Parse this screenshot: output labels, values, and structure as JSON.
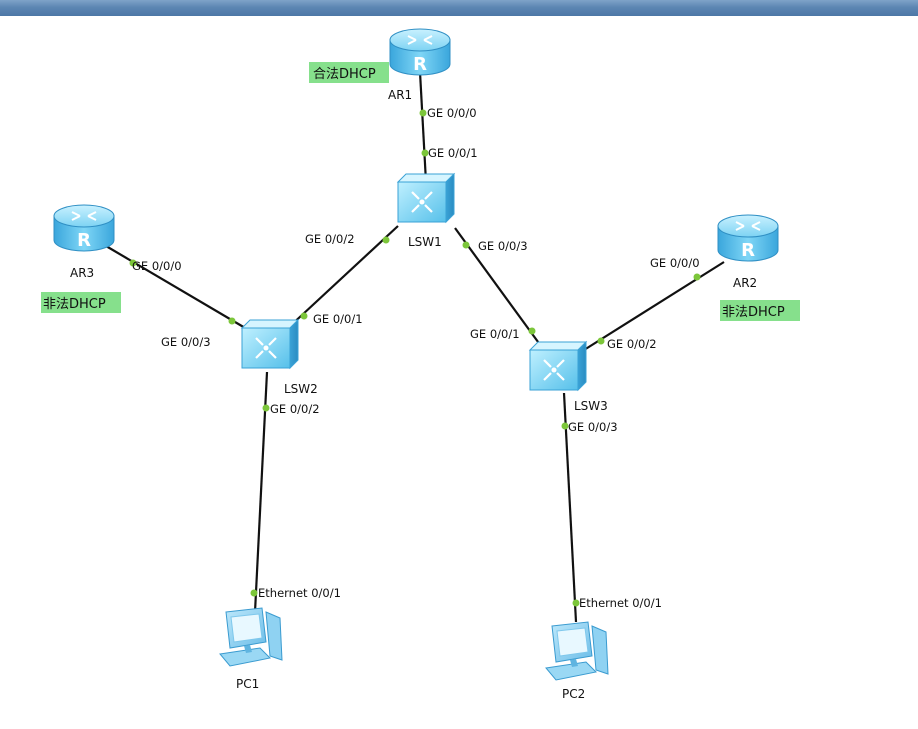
{
  "nodes": {
    "ar1": {
      "label": "AR1",
      "type": "router"
    },
    "ar2": {
      "label": "AR2",
      "type": "router"
    },
    "ar3": {
      "label": "AR3",
      "type": "router"
    },
    "lsw1": {
      "label": "LSW1",
      "type": "switch"
    },
    "lsw2": {
      "label": "LSW2",
      "type": "switch"
    },
    "lsw3": {
      "label": "LSW3",
      "type": "switch"
    },
    "pc1": {
      "label": "PC1",
      "type": "pc"
    },
    "pc2": {
      "label": "PC2",
      "type": "pc"
    }
  },
  "tags": {
    "ar1": "合法DHCP",
    "ar3": "非法DHCP",
    "ar2": "非法DHCP"
  },
  "links": [
    {
      "from": "AR1",
      "from_port": "GE 0/0/0",
      "to": "LSW1",
      "to_port": "GE 0/0/1"
    },
    {
      "from": "LSW1",
      "from_port": "GE 0/0/2",
      "to": "LSW2",
      "to_port": "GE 0/0/1"
    },
    {
      "from": "LSW1",
      "from_port": "GE 0/0/3",
      "to": "LSW3",
      "to_port": "GE 0/0/1"
    },
    {
      "from": "AR3",
      "from_port": "GE 0/0/0",
      "to": "LSW2",
      "to_port": "GE 0/0/3"
    },
    {
      "from": "AR2",
      "from_port": "GE 0/0/0",
      "to": "LSW3",
      "to_port": "GE 0/0/2"
    },
    {
      "from": "LSW2",
      "from_port": "GE 0/0/2",
      "to": "PC1",
      "to_port": "Ethernet 0/0/1"
    },
    {
      "from": "LSW3",
      "from_port": "GE 0/0/3",
      "to": "PC2",
      "to_port": "Ethernet 0/0/1"
    }
  ],
  "colors": {
    "tag_background": "#86e08c",
    "port_dot": "#7cc63a",
    "device_blue": "#5fc8ee"
  }
}
